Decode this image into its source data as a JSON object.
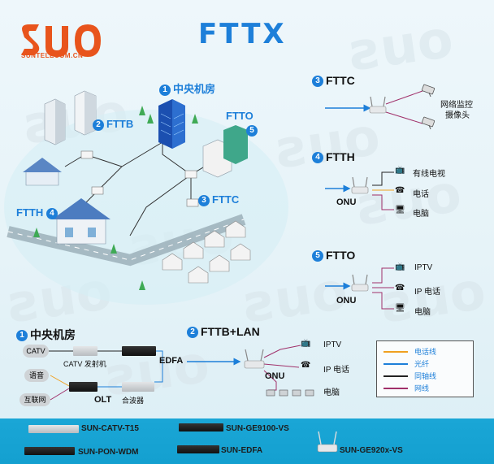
{
  "brand": {
    "logo_text": "SUNTELECOM.CN",
    "accent": "#e8541c"
  },
  "title": "FTTX",
  "colors": {
    "primary": "#1d7fd9",
    "phone_line": "#f0a020",
    "fiber": "#1d7fd9",
    "coax": "#222222",
    "network": "#a0306a",
    "bar": "#1aa6d6"
  },
  "map_labels": {
    "central": {
      "num": "1",
      "text": "中央机房"
    },
    "fttb": {
      "num": "2",
      "text": "FTTB"
    },
    "ftto": {
      "num": "5",
      "text": "FTTO"
    },
    "fttc": {
      "num": "3",
      "text": "FTTC"
    },
    "ftth": {
      "num": "4",
      "text": "FTTH"
    }
  },
  "panels": {
    "fttc": {
      "num": "3",
      "title": "FTTC",
      "device_text": "网络监控\n摄像头",
      "device_line1": "网络监控",
      "device_line2": "摄像头"
    },
    "ftth": {
      "num": "4",
      "title": "FTTH",
      "onu": "ONU",
      "items": [
        "有线电视",
        "电话",
        "电脑"
      ]
    },
    "ftto": {
      "num": "5",
      "title": "FTTO",
      "onu": "ONU",
      "items": [
        "IPTV",
        "IP 电话",
        "电脑"
      ]
    },
    "central": {
      "num": "1",
      "title": "中央机房",
      "catv": "CATV",
      "transmitter": "CATV 发射机",
      "edfa": "EDFA",
      "voice": "语音",
      "internet": "互联网",
      "olt": "OLT",
      "combiner": "合波器"
    },
    "fttb_lan": {
      "num": "2",
      "title": "FTTB+LAN",
      "onu": "ONU",
      "items": [
        "IPTV",
        "IP 电话",
        "电脑"
      ]
    }
  },
  "legend": [
    {
      "label": "电话线",
      "color": "#f0a020"
    },
    {
      "label": "光纤",
      "color": "#1d7fd9"
    },
    {
      "label": "同轴线",
      "color": "#222222"
    },
    {
      "label": "网线",
      "color": "#a0306a"
    }
  ],
  "products": [
    {
      "name": "SUN-CATV-T15"
    },
    {
      "name": "SUN-GE9100-VS"
    },
    {
      "name": "SUN-PON-WDM"
    },
    {
      "name": "SUN-EDFA"
    },
    {
      "name": "SUN-GE920x-VS"
    }
  ]
}
